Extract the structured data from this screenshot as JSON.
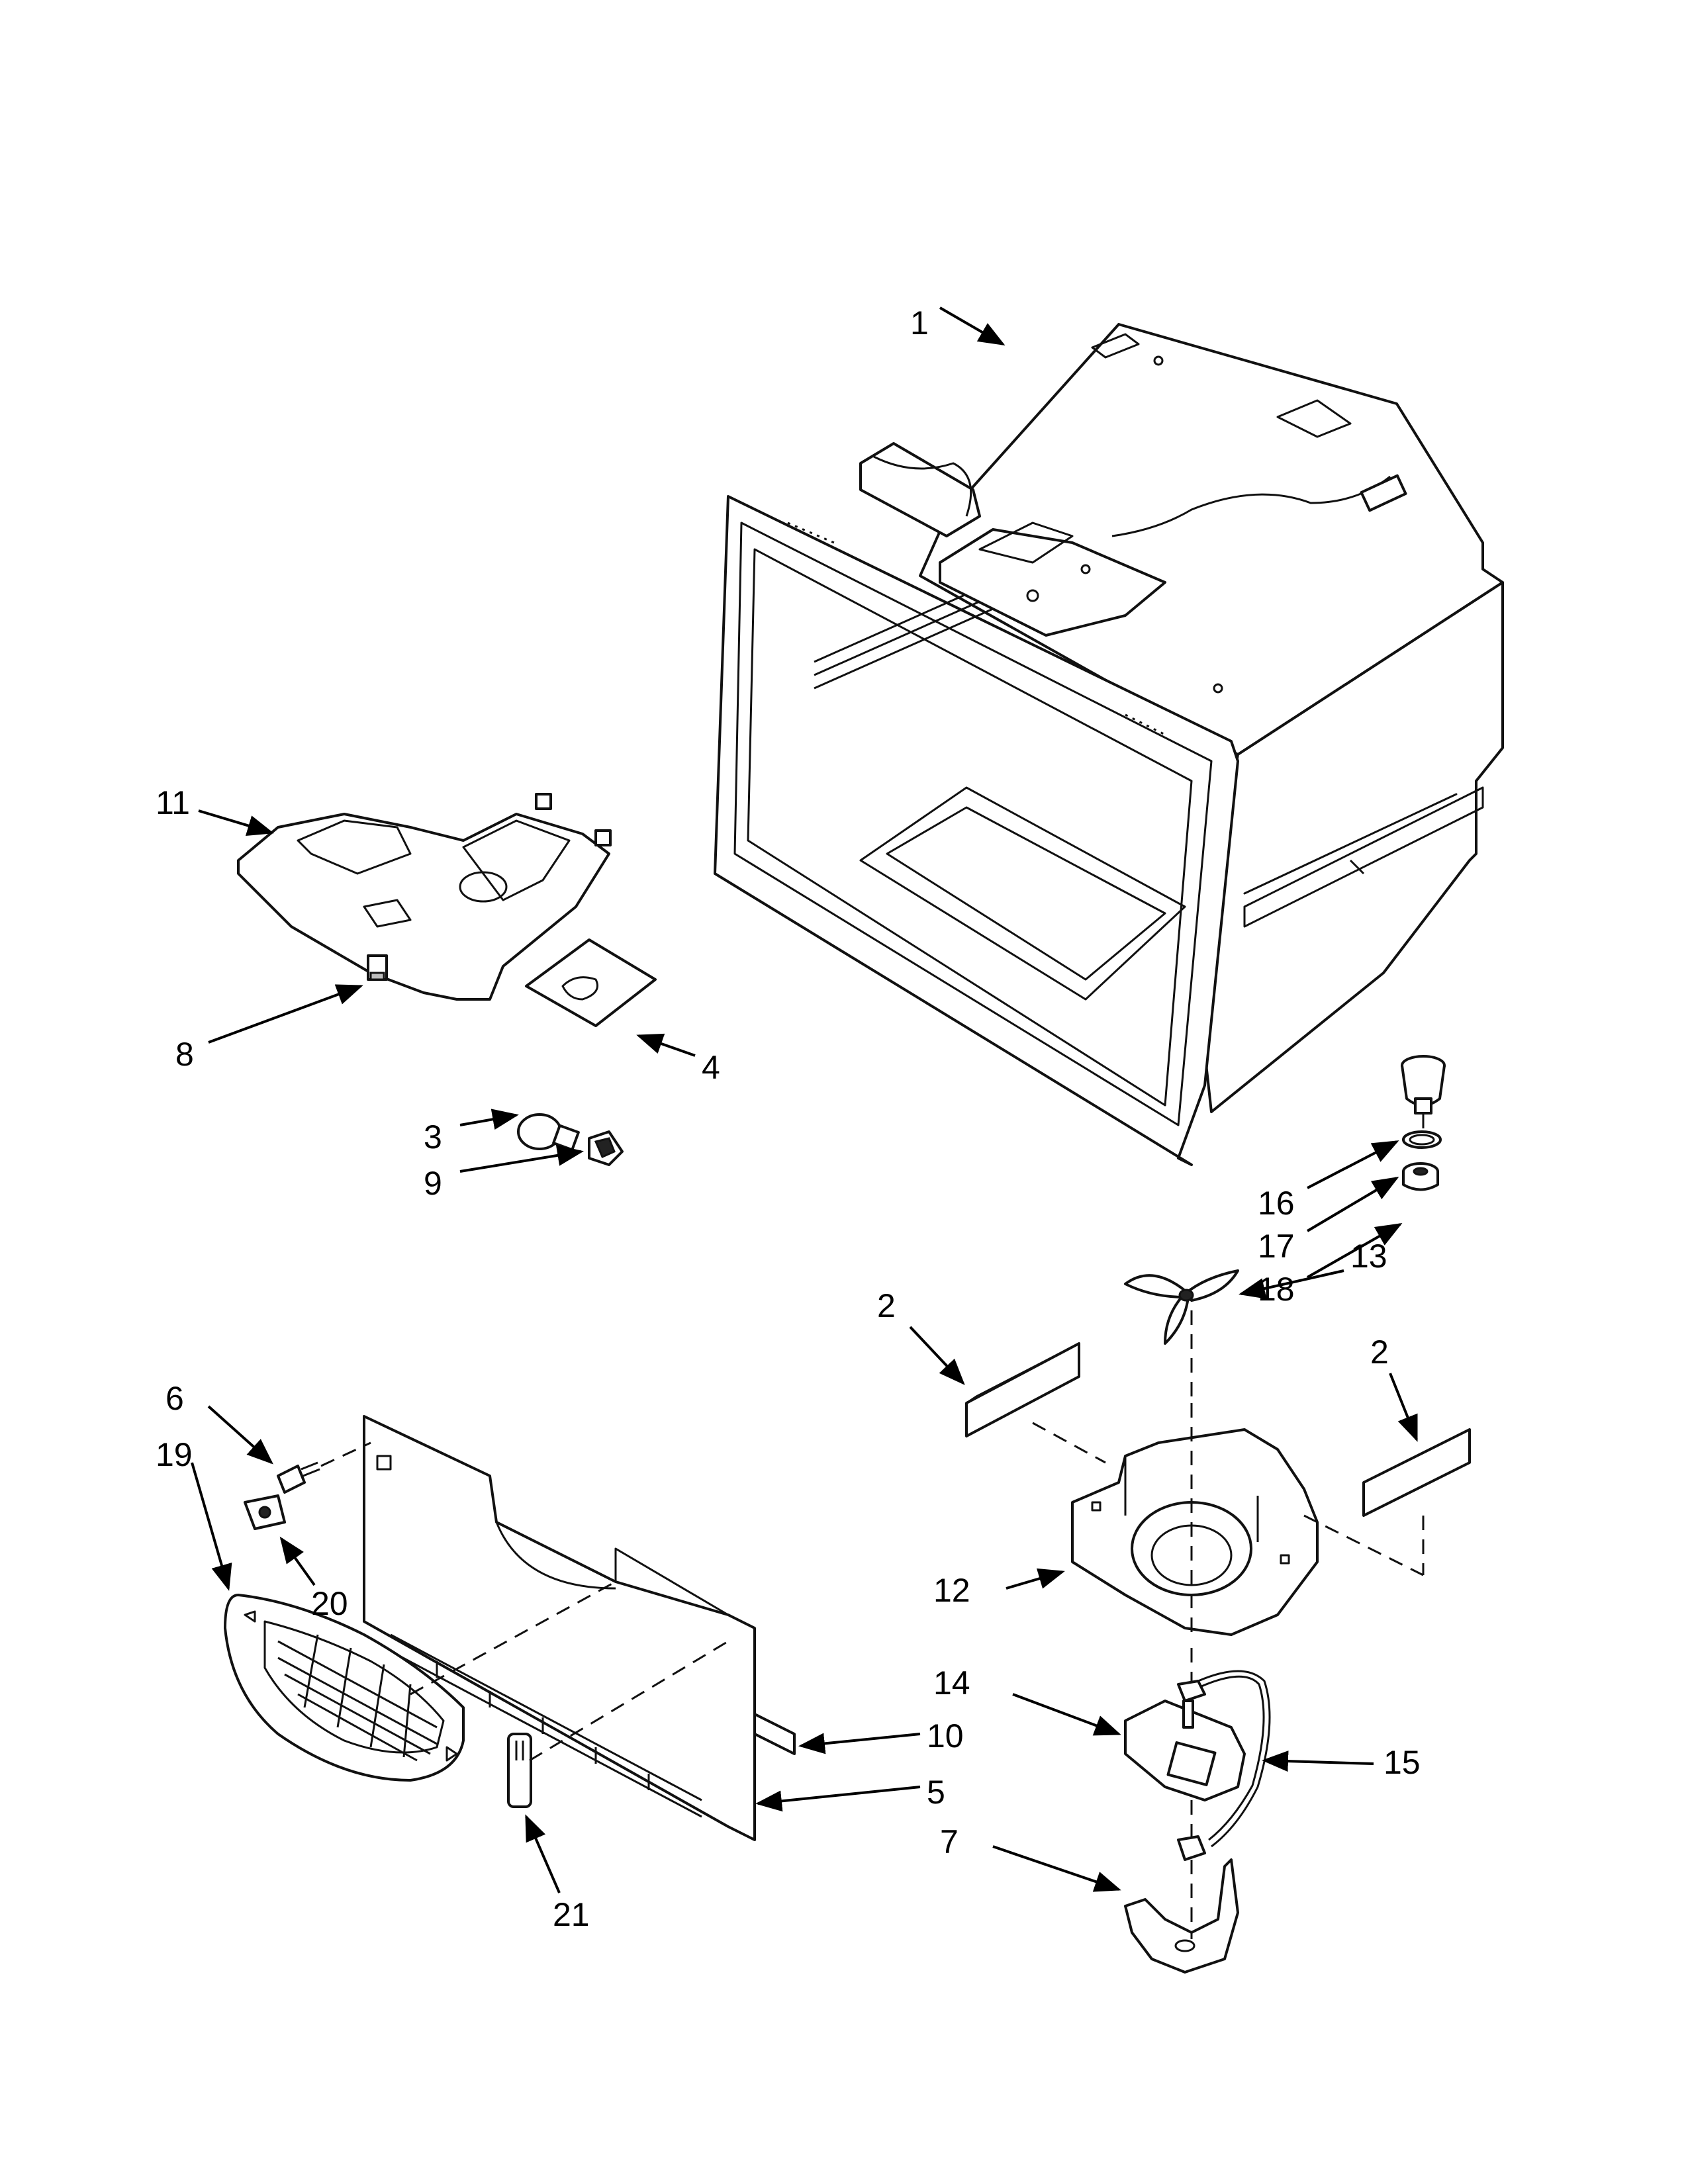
{
  "diagram": {
    "callouts": [
      {
        "id": "1",
        "label": "1"
      },
      {
        "id": "2a",
        "label": "2"
      },
      {
        "id": "2b",
        "label": "2"
      },
      {
        "id": "3",
        "label": "3"
      },
      {
        "id": "4",
        "label": "4"
      },
      {
        "id": "5",
        "label": "5"
      },
      {
        "id": "6",
        "label": "6"
      },
      {
        "id": "7",
        "label": "7"
      },
      {
        "id": "8",
        "label": "8"
      },
      {
        "id": "9",
        "label": "9"
      },
      {
        "id": "10",
        "label": "10"
      },
      {
        "id": "11",
        "label": "11"
      },
      {
        "id": "12",
        "label": "12"
      },
      {
        "id": "13",
        "label": "13"
      },
      {
        "id": "14",
        "label": "14"
      },
      {
        "id": "15",
        "label": "15"
      },
      {
        "id": "16",
        "label": "16"
      },
      {
        "id": "17",
        "label": "17"
      },
      {
        "id": "18",
        "label": "18"
      },
      {
        "id": "19",
        "label": "19"
      },
      {
        "id": "20",
        "label": "20"
      },
      {
        "id": "21",
        "label": "21"
      }
    ]
  }
}
